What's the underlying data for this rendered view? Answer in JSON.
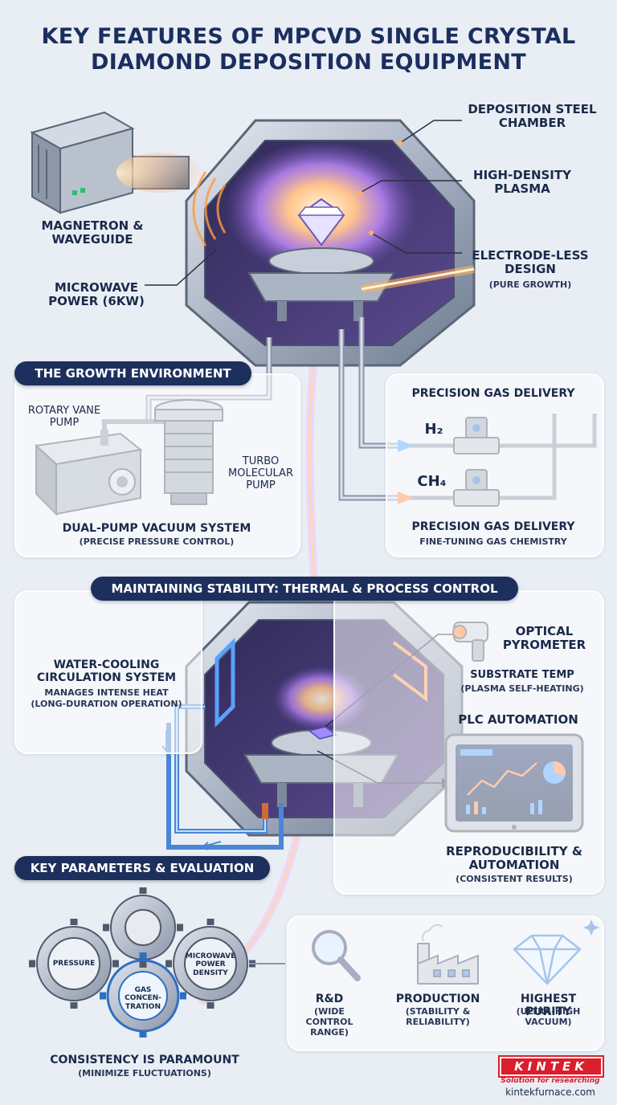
{
  "title_line1": "KEY FEATURES OF MPCVD SINGLE CRYSTAL",
  "title_line2": "DIAMOND DEPOSITION EQUIPMENT",
  "chamber": {
    "deposition_chamber": "DEPOSITION STEEL CHAMBER",
    "plasma": "HIGH-DENSITY PLASMA",
    "electrode_less": "ELECTRODE-LESS DESIGN",
    "electrode_less_sub": "(PURE GROWTH)",
    "magnetron": "MAGNETRON & WAVEGUIDE",
    "microwave": "MICROWAVE POWER (6kW)"
  },
  "growth": {
    "header": "THE GROWTH ENVIRONMENT",
    "rotary": "ROTARY VANE PUMP",
    "turbo": "TURBO MOLECULAR PUMP",
    "vacuum": "DUAL-PUMP VACUUM SYSTEM",
    "vacuum_sub": "(PRECISE PRESSURE CONTROL)"
  },
  "gas": {
    "title_top": "PRECISION GAS DELIVERY",
    "h2": "H₂",
    "ch4": "CH₄",
    "title_bottom": "PRECISION GAS DELIVERY",
    "sub": "FINE-TUNING GAS CHEMISTRY"
  },
  "stability": {
    "header": "MAINTAINING STABILITY: THERMAL & PROCESS CONTROL",
    "cooling": "WATER-COOLING CIRCULATION SYSTEM",
    "cooling_sub1": "MANAGES INTENSE HEAT",
    "cooling_sub2": "(LONG-DURATION OPERATION)",
    "pyrometer": "OPTICAL PYROMETER",
    "substrate": "SUBSTRATE TEMP",
    "substrate_sub": "(PLASMA SELF-HEATING)",
    "plc": "PLC AUTOMATION",
    "repro": "REPRODUCIBILITY & AUTOMATION",
    "repro_sub": "(CONSISTENT RESULTS)"
  },
  "params": {
    "header": "KEY PARAMETERS & EVALUATION",
    "pressure": "PRESSURE",
    "microwave_density": "MICROWAVE POWER DENSITY",
    "gas_concentration": "GAS CONCEN-TRATION",
    "consistency": "CONSISTENCY IS PARAMOUNT",
    "consistency_sub": "(MINIMIZE FLUCTUATIONS)"
  },
  "evaluation": {
    "rd": "R&D",
    "rd_sub": "(WIDE CONTROL RANGE)",
    "production": "PRODUCTION",
    "production_sub": "(STABILITY & RELIABILITY)",
    "purity": "HIGHEST PURITY",
    "purity_sub": "(ULTRA-HIGH VACUUM)"
  },
  "brand": {
    "logo": "KINTEK",
    "tagline": "Solution for researching",
    "url": "kintekfurnace.com"
  },
  "colors": {
    "navy": "#1d2f5c",
    "plasma": "#c38cff",
    "glow": "#ffb25a",
    "steel": "#9aa6b8",
    "cool_blue": "#4a86d6",
    "logo_red": "#d91e2c"
  }
}
